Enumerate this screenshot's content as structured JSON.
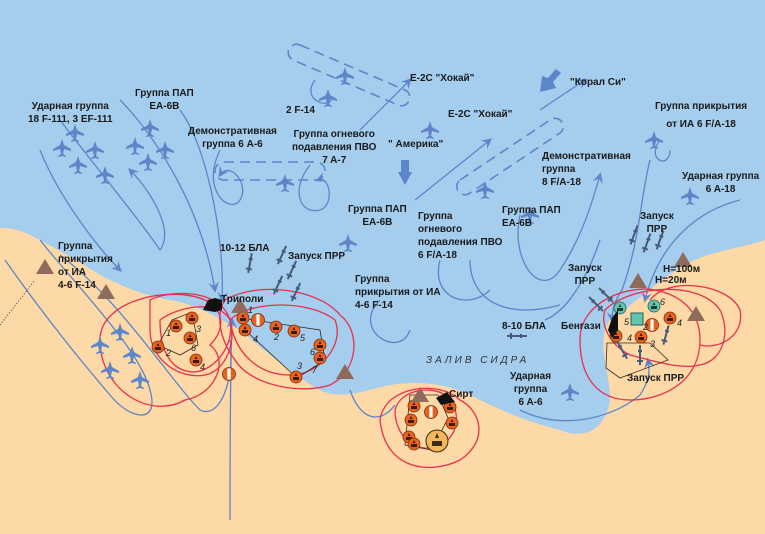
{
  "map": {
    "title": "",
    "colors": {
      "sea": "#a4cdee",
      "land": "#fdd9a7",
      "flight_paths": "#5d86c8",
      "air_defense_zone": "#e8304c",
      "sam_site": "#e8641e",
      "radar_triangle": "#8e6b5b",
      "city": "#111111"
    },
    "water_label": "ЗАЛИВ СИДРА",
    "cities": [
      {
        "id": "tripoli",
        "name": "Триполи"
      },
      {
        "id": "benghazi",
        "name": "Бенгази"
      },
      {
        "id": "sirte",
        "name": "Сирт"
      }
    ],
    "carriers": [
      {
        "id": "america",
        "name": "\" Америка\""
      },
      {
        "id": "coral-sea",
        "name": "\"Корал Си\""
      }
    ],
    "groups": [
      {
        "id": "strike-f111",
        "lines": [
          "Ударная группа",
          "18 F-111, 3 EF-111"
        ]
      },
      {
        "id": "ead-ea6b-west",
        "lines": [
          "Группа ПАП",
          "EA-6B"
        ]
      },
      {
        "id": "demo-a6",
        "lines": [
          "Демонстративная",
          "группа 6 A-6"
        ]
      },
      {
        "id": "f14-pair",
        "lines": [
          "2 F-14"
        ]
      },
      {
        "id": "e2c-west",
        "lines": [
          "E-2C \"Хокай\""
        ]
      },
      {
        "id": "e2c-east",
        "lines": [
          "E-2C \"Хокай\""
        ]
      },
      {
        "id": "sead-a7",
        "lines": [
          "Группа огневого",
          "подавления ПВО",
          "7 A-7"
        ]
      },
      {
        "id": "cover-fa18",
        "lines": [
          "Группа прикрытия",
          "от ИА 6 F/A-18"
        ]
      },
      {
        "id": "demo-fa18",
        "lines": [
          "Демонстративная",
          "группа",
          "8 F/A-18"
        ]
      },
      {
        "id": "strike-a18",
        "lines": [
          "Ударная группа",
          "6 A-18"
        ]
      },
      {
        "id": "ead-ea6b-center",
        "lines": [
          "Группа ПАП",
          "EA-6B"
        ]
      },
      {
        "id": "sead-fa18",
        "lines": [
          "Группа",
          "огневого",
          "подавления ПВО",
          "6 F/A-18"
        ]
      },
      {
        "id": "ead-ea6b-east",
        "lines": [
          "Группа ПАП",
          "EA-6B"
        ]
      },
      {
        "id": "cover-f14-west",
        "lines": [
          "Группа",
          "прикрытия",
          "от ИА",
          "4-6 F-14"
        ]
      },
      {
        "id": "cover-f14-center",
        "lines": [
          "Группа",
          "прикрытия от ИА",
          "4-6 F-14"
        ]
      },
      {
        "id": "drones-west",
        "lines": [
          "10-12 БЛА"
        ]
      },
      {
        "id": "harm-west",
        "lines": [
          "Запуск ПРР"
        ]
      },
      {
        "id": "harm-north",
        "lines": [
          "Запуск",
          "ПРР"
        ]
      },
      {
        "id": "harm-benghazi",
        "lines": [
          "Запуск",
          "ПРР"
        ]
      },
      {
        "id": "harm-south",
        "lines": [
          "Запуск ПРР"
        ]
      },
      {
        "id": "drones-east",
        "lines": [
          "8-10 БЛА"
        ]
      },
      {
        "id": "strike-a6",
        "lines": [
          "Ударная",
          "группа",
          "6 A-6"
        ]
      }
    ],
    "altitudes": [
      "H=100м",
      "H=20м"
    ],
    "site_numbers": {
      "tripoli_west": [
        "1",
        "2",
        "3",
        "6",
        "4"
      ],
      "tripoli_east": [
        "1",
        "4",
        "2",
        "5",
        "6",
        "3",
        "7"
      ],
      "benghazi": [
        "6",
        "5",
        "2",
        "4",
        "4",
        "3"
      ]
    }
  }
}
